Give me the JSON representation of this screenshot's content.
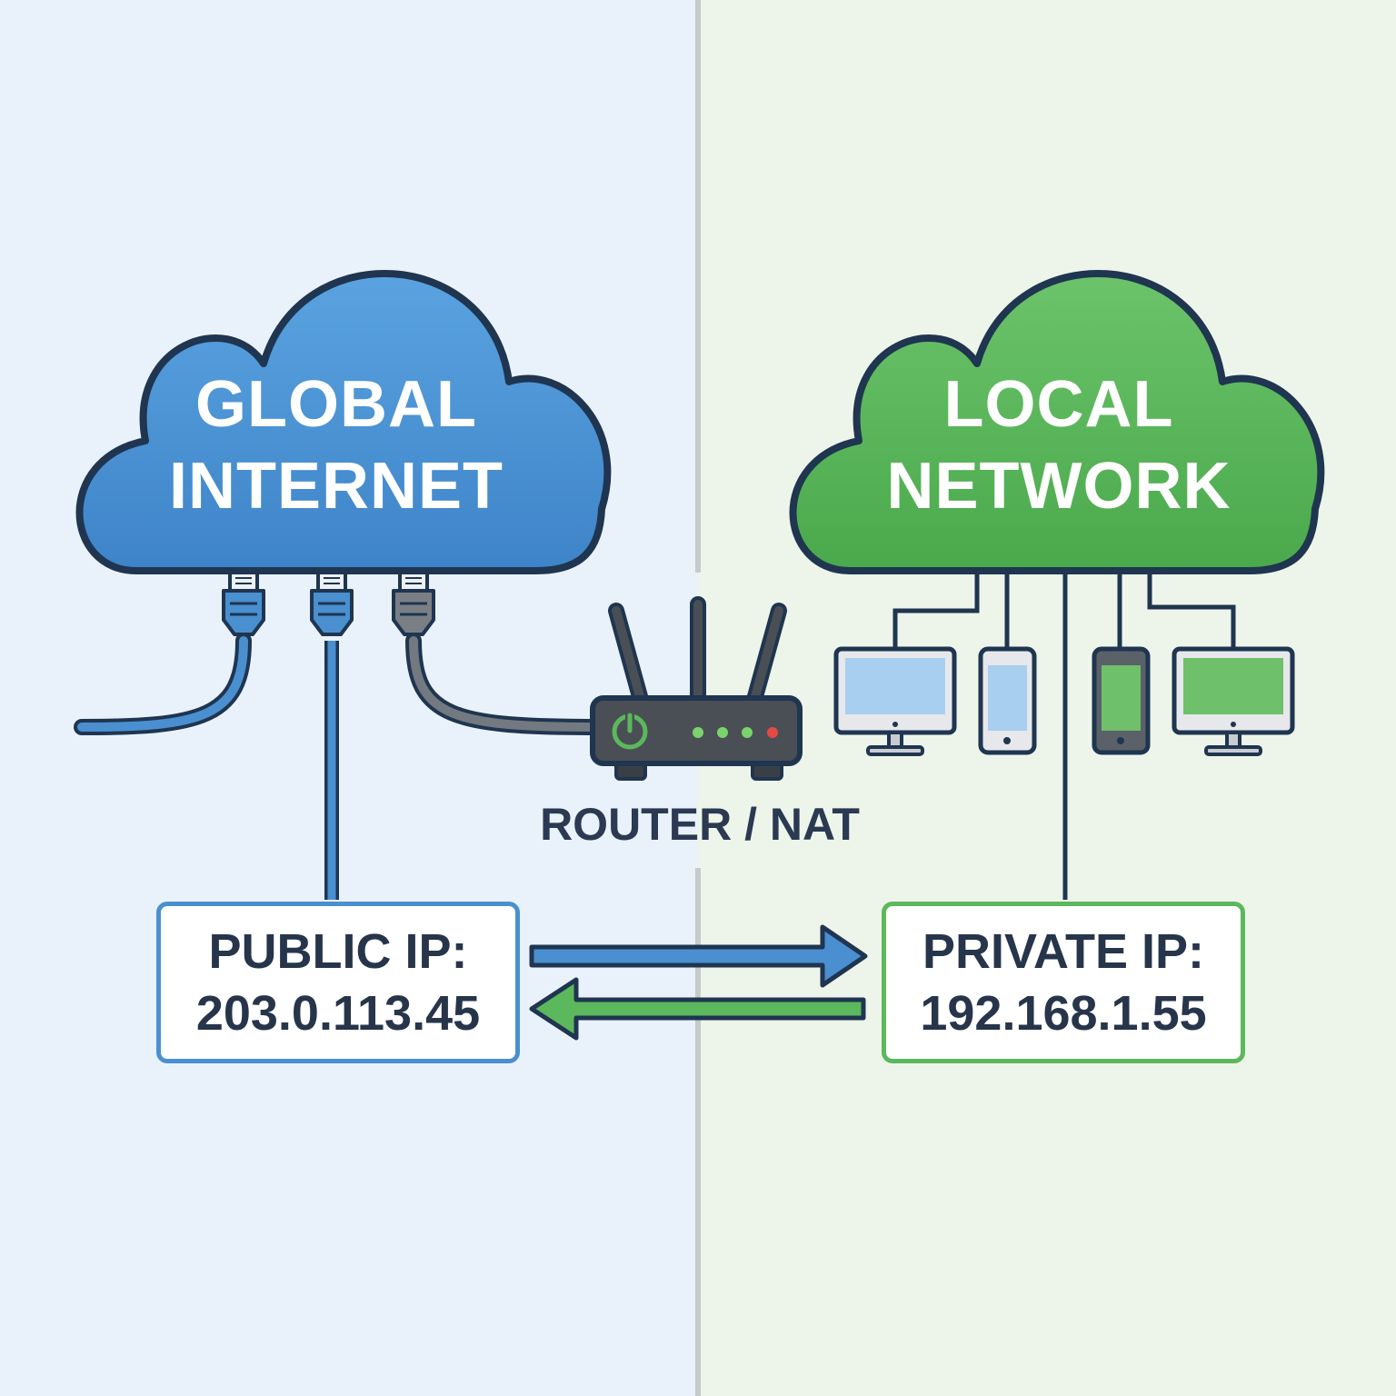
{
  "colors": {
    "left_background": "#e9f2fa",
    "right_background": "#edf5ea",
    "internet_cloud": "#4a8fd0",
    "local_cloud": "#58b45a",
    "outline": "#1f3550",
    "public_accent": "#4a90d0",
    "private_accent": "#5cb85c",
    "router_body": "#4a4f56"
  },
  "clouds": {
    "internet": {
      "line1": "GLOBAL",
      "line2": "INTERNET"
    },
    "local": {
      "line1": "LOCAL",
      "line2": "NETWORK"
    }
  },
  "router": {
    "label": "ROUTER / NAT",
    "icon": "router-icon"
  },
  "boxes": {
    "public": {
      "label": "PUBLIC IP:",
      "value": "203.0.113.45"
    },
    "private": {
      "label": "PRIVATE IP:",
      "value": "192.168.1.55"
    }
  },
  "arrows": {
    "to_private": "right-arrow-icon",
    "to_public": "left-arrow-icon"
  },
  "devices": [
    "desktop-monitor-icon",
    "smartphone-icon",
    "smartphone-icon",
    "desktop-monitor-icon"
  ]
}
